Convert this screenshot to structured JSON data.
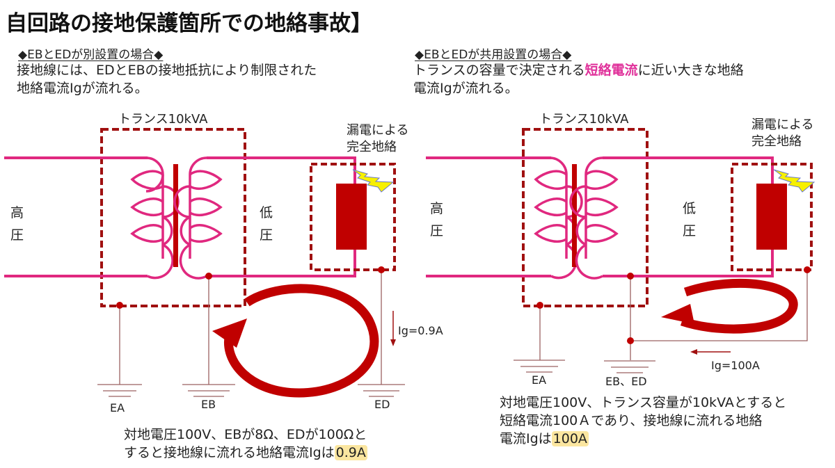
{
  "title": "自回路の接地保護箇所での地絡事故】",
  "colors": {
    "wire": "#e0287f",
    "dashed_box": "#a01010",
    "core": "#c00000",
    "load": "#c00000",
    "arrow": "#c00000",
    "ground_line": "#9b6060",
    "spark": "#f7f000",
    "highlight": "#fbe6a0",
    "emphasis": "#e0309a"
  },
  "left": {
    "heading": "◆EBとEDが別設置の場合◆",
    "desc_line1": "接地線には、EDとEBの接地抵抗により制限された",
    "desc_line2": "地絡電流Igが流れる。",
    "transformer_label": "トランス10kVA",
    "fault_label_line1": "漏電による",
    "fault_label_line2": "完全地絡",
    "high_voltage": [
      "高",
      "圧"
    ],
    "low_voltage": [
      "低",
      "圧"
    ],
    "current_label": "Ig=0.9A",
    "grounds": [
      "EA",
      "EB",
      "ED"
    ],
    "note_line1": "対地電圧100V、EBが8Ω、EDが100Ωと",
    "note_line2_prefix": "すると接地線に流れる地絡電流Igは",
    "note_highlight": "0.9A"
  },
  "right": {
    "heading": "◆EBとEDが共用設置の場合◆",
    "desc_line1_a": "トランスの容量で決定される",
    "desc_line1_emph": "短絡電流",
    "desc_line1_b": "に近い大きな地絡",
    "desc_line2": "電流Igが流れる。",
    "transformer_label": "トランス10kVA",
    "fault_label_line1": "漏電による",
    "fault_label_line2": "完全地絡",
    "high_voltage": [
      "高",
      "圧"
    ],
    "low_voltage": [
      "低",
      "圧"
    ],
    "current_label": "Ig=100A",
    "grounds": [
      "EA",
      "EB、ED"
    ],
    "note_line1": "対地電圧100V、トランス容量が10kVAとすると",
    "note_line2": "短絡電流100Ａであり、接地線に流れる地絡",
    "note_line3_prefix": "電流Igは",
    "note_highlight": "100A"
  }
}
